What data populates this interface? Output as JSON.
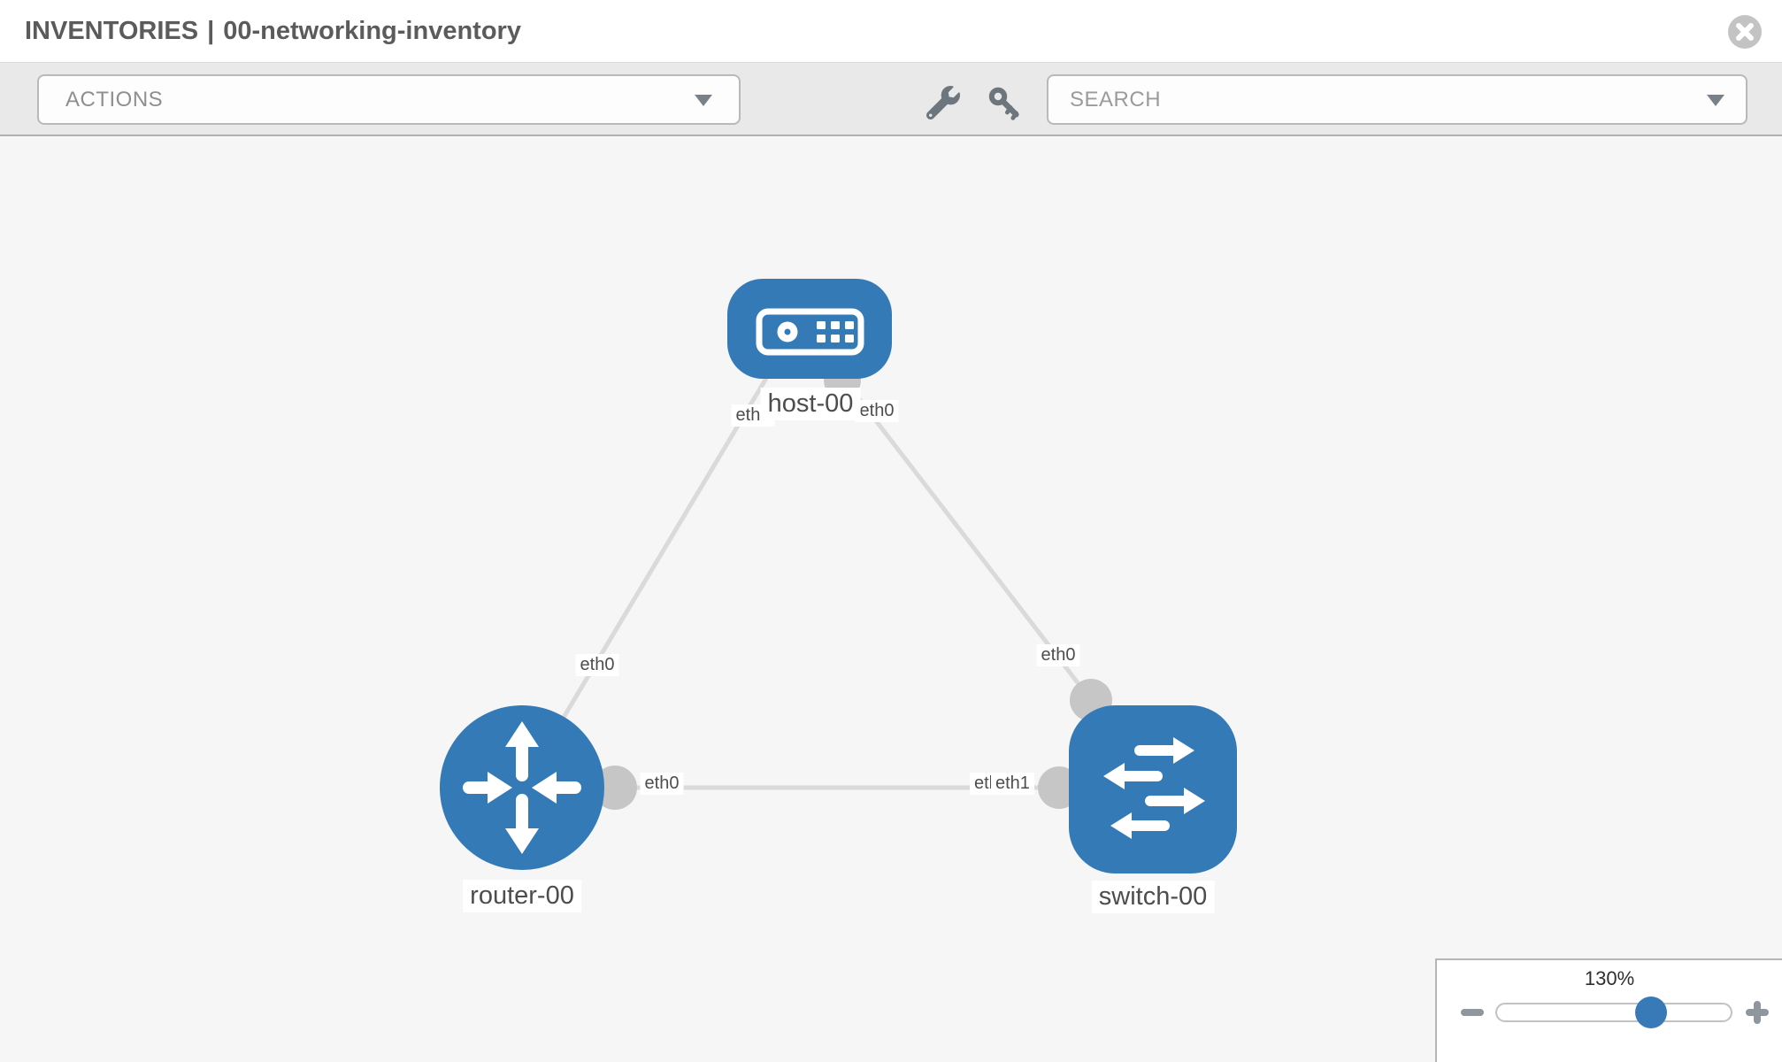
{
  "header": {
    "breadcrumb": "INVENTORIES",
    "separator": "|",
    "inventory_name": "00-networking-inventory",
    "close_icon": "x-circle-icon"
  },
  "toolbar": {
    "actions_label": "ACTIONS",
    "search_placeholder": "SEARCH",
    "tool_icons": [
      "wrench-icon",
      "key-icon"
    ]
  },
  "topology": {
    "nodes": [
      {
        "label": "host-00",
        "type": "host"
      },
      {
        "label": "router-00",
        "type": "router"
      },
      {
        "label": "switch-00",
        "type": "switch"
      }
    ],
    "links": [
      {
        "from": "host-00",
        "to": "router-00",
        "from_interface": "eth0",
        "to_interface": "eth0"
      },
      {
        "from": "host-00",
        "to": "switch-00",
        "from_interface": "eth0",
        "to_interface": "eth0"
      },
      {
        "from": "router-00",
        "to": "switch-00",
        "from_interface": "eth0",
        "to_interface": "eth1"
      }
    ],
    "interface_chips": {
      "host_router_host_end": "eth0",
      "host_router_router_end": "eth0",
      "host_switch_host_end": "eth0",
      "host_switch_switch_end": "eth0",
      "router_switch_router_end": "eth0",
      "router_switch_switch_end_back": "eth0",
      "router_switch_switch_end_front": "eth1"
    }
  },
  "zoom_control": {
    "level": "130%",
    "zoom_out_icon": "minus-icon",
    "zoom_in_icon": "plus-icon"
  },
  "colors": {
    "node_blue": "#337ab7",
    "link_gray": "#dadada",
    "endpoint_gray": "#c6c6c6",
    "toolbar_gray": "#e9e9e9",
    "canvas_gray": "#f6f6f6"
  }
}
